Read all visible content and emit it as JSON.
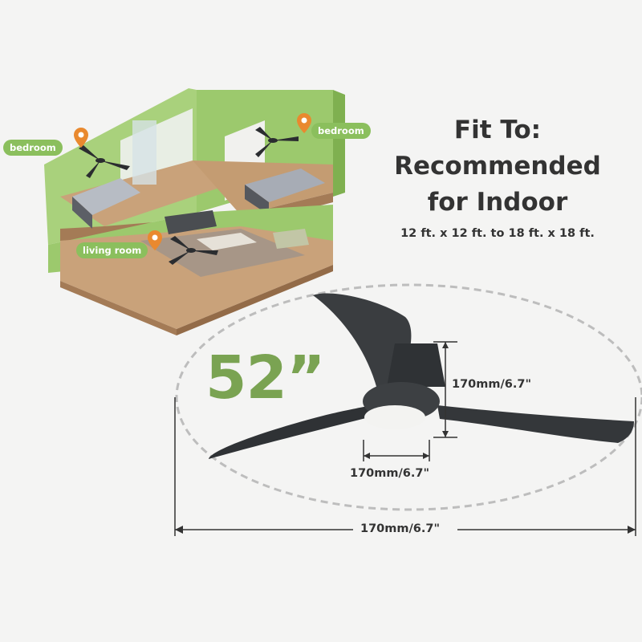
{
  "headline": {
    "line1": "Fit To:",
    "line2": "Recommended",
    "line3": "for Indoor"
  },
  "room_size": "12 ft. x 12 ft. to 18 ft. x 18 ft.",
  "fan_size": "52”",
  "dimensions": {
    "height": "170mm/6.7\"",
    "width": "170mm/6.7\"",
    "span": "170mm/6.7\""
  },
  "room_labels": {
    "bedroom_left": "bedroom",
    "bedroom_right": "bedroom",
    "living_room": "living room"
  },
  "colors": {
    "accent_green": "#8bbf5d",
    "size_green": "#7aa352",
    "fan_body": "#3a3d40",
    "floor_wood": "#c9a27a"
  },
  "icons": [
    "location-pin-icon",
    "ceiling-fan-icon"
  ]
}
